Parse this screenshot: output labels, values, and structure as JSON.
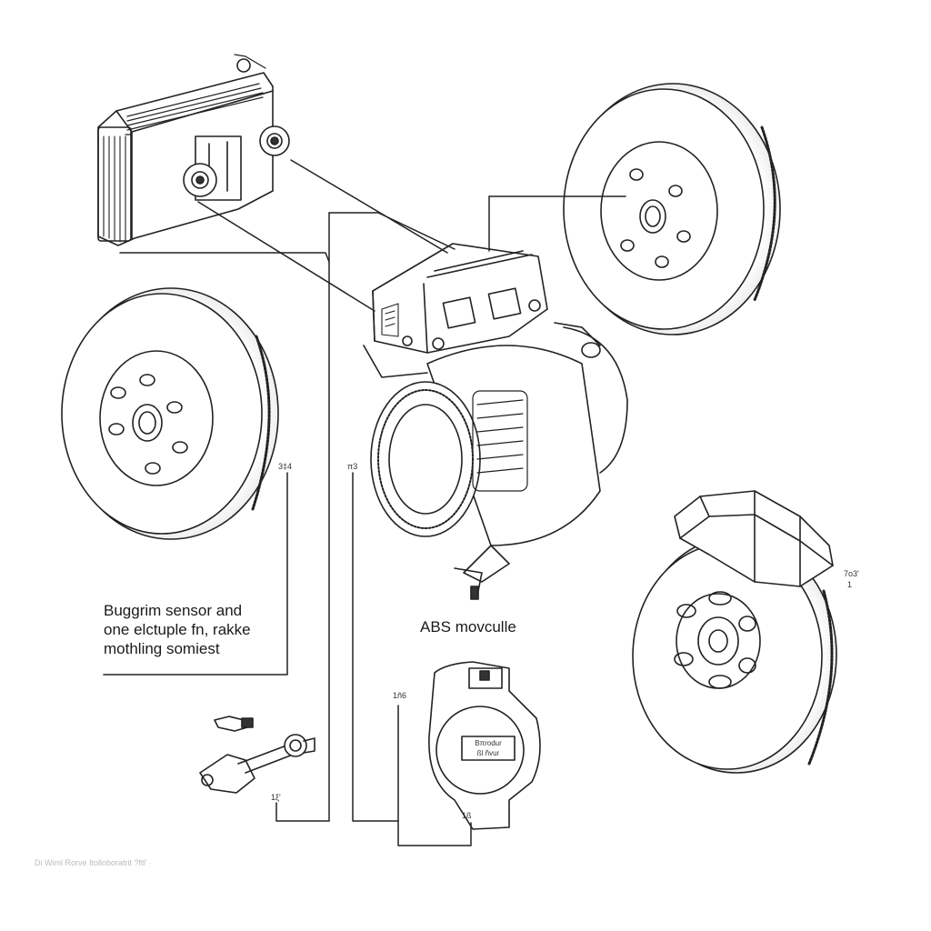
{
  "labels": {
    "sensor_lines": [
      "Buggrim sensor and",
      "one elctuple fn, rakke",
      "mothling somiest"
    ],
    "abs_module": "ABS movculle"
  },
  "callouts": {
    "c1": "3‡4",
    "c2": "π3",
    "c3": "7ο3'",
    "c4": "1",
    "c5": "1ñ6",
    "c6": "1ξ'",
    "c7": "1ß"
  },
  "plate_text": [
    "Bπrodur",
    "ßl ñvur"
  ],
  "footer": "Di Wiml Rorve Itolloboratrit ?ftl' ·",
  "colors": {
    "line": "#222222",
    "background": "#ffffff"
  }
}
